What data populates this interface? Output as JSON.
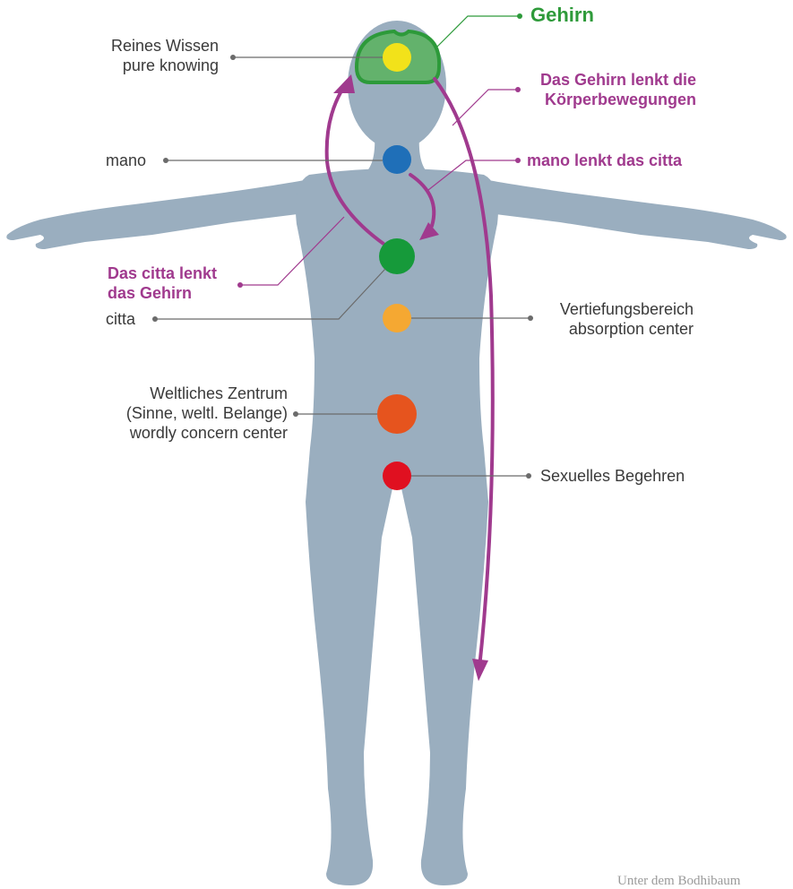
{
  "labels": {
    "gehirn": "Gehirn",
    "reines_wissen": [
      "Reines Wissen",
      "pure knowing"
    ],
    "gehirn_lenkt": [
      "Das Gehirn lenkt die",
      "Körperbewegungen"
    ],
    "mano": "mano",
    "mano_lenkt": "mano lenkt das citta",
    "citta_lenkt": [
      "Das citta lenkt",
      "das Gehirn"
    ],
    "citta": "citta",
    "vertiefung": [
      "Vertiefungsbereich",
      "absorption center"
    ],
    "weltlich": [
      "Weltliches Zentrum",
      "(Sinne, weltl. Belange)",
      "wordly concern center"
    ],
    "sexuell": "Sexuelles Begehren"
  },
  "credit": "Unter dem Bodhibaum",
  "colors": {
    "body": "#9aaebf",
    "brain_fill": "#63b26c",
    "brain_stroke": "#2d9a3a",
    "arrow": "#a03a8e",
    "leader_gray": "#6b6b6b",
    "leader_purple": "#a03a8e",
    "leader_green": "#2d9a3a",
    "center_yellow": "#f2e21a",
    "center_blue": "#1f6fb8",
    "center_green": "#169a3a",
    "center_orange": "#f5a832",
    "center_red_orange": "#e6541e",
    "center_red": "#e01020"
  }
}
